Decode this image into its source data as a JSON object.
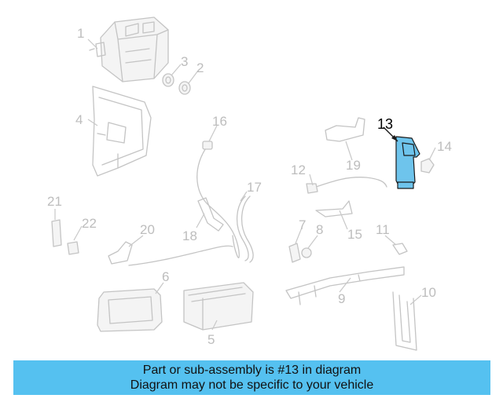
{
  "diagram": {
    "highlighted_part": "13",
    "highlight_color": "#6ec4ec",
    "callouts": [
      "1",
      "2",
      "3",
      "4",
      "5",
      "6",
      "7",
      "8",
      "9",
      "10",
      "11",
      "12",
      "13",
      "14",
      "15",
      "16",
      "17",
      "18",
      "19",
      "20",
      "21",
      "22"
    ]
  },
  "banner": {
    "line1": "Part or sub-assembly is #13 in diagram",
    "line2": "Diagram may not be specific to your vehicle",
    "background": "#55c1f0"
  }
}
